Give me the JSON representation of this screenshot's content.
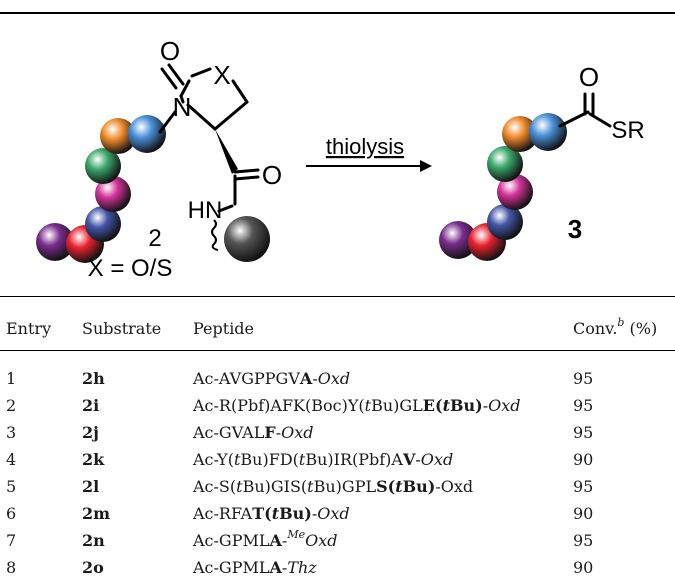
{
  "scheme": {
    "substrate_number": "2",
    "x_definition": "X = O/S",
    "ring_o": "O",
    "ring_x": "X",
    "ring_n": "N",
    "amide_o": "O",
    "amide_hn": "HN",
    "arrow_label": "thiolysis",
    "product_number": "3",
    "product_o": "O",
    "product_sr": "SR",
    "bead_colors": [
      "#7b2d8e",
      "#e8232f",
      "#4356a8",
      "#d6339a",
      "#3aa86b",
      "#f08a2b",
      "#4a90d9",
      "#555555"
    ]
  },
  "table": {
    "headers": {
      "entry": "Entry",
      "substrate": "Substrate",
      "peptide": "Peptide",
      "conv": "Conv.",
      "conv_sup": "b",
      "conv_unit": " (%)"
    },
    "rows": [
      {
        "entry": "1",
        "substrate": "2h",
        "conv": "95"
      },
      {
        "entry": "2",
        "substrate": "2i",
        "conv": "95"
      },
      {
        "entry": "3",
        "substrate": "2j",
        "conv": "95"
      },
      {
        "entry": "4",
        "substrate": "2k",
        "conv": "90"
      },
      {
        "entry": "5",
        "substrate": "2l",
        "conv": "95"
      },
      {
        "entry": "6",
        "substrate": "2m",
        "conv": "90"
      },
      {
        "entry": "7",
        "substrate": "2n",
        "conv": "95"
      },
      {
        "entry": "8",
        "substrate": "2o",
        "conv": "90"
      }
    ],
    "peptides": {
      "p1": {
        "a": "Ac-AVGPPGV",
        "b": "A",
        "c": "-",
        "d": "Oxd"
      },
      "p2": {
        "a": "Ac-R(Pbf)AFK(Boc)Y(",
        "b": "t",
        "c": "Bu)GL",
        "d": "E(",
        "e": "t",
        "f": "Bu)",
        "g": "-",
        "h": "Oxd"
      },
      "p3": {
        "a": "Ac-GVAL",
        "b": "F",
        "c": "-",
        "d": "Oxd"
      },
      "p4": {
        "a": "Ac-Y(",
        "b": "t",
        "c": "Bu)FD(",
        "d": "t",
        "e": "Bu)IR(Pbf)A",
        "f": "V",
        "g": "-",
        "h": "Oxd"
      },
      "p5": {
        "a": "Ac-S(",
        "b": "t",
        "c": "Bu)GIS(",
        "d": "t",
        "e": "Bu)GPL",
        "f": "S(",
        "g": "t",
        "h": "Bu)",
        "i": "-Oxd"
      },
      "p6": {
        "a": "Ac-RFA",
        "b": "T(",
        "c": "t",
        "d": "Bu)",
        "e": "-",
        "f": "Oxd"
      },
      "p7": {
        "a": "Ac-GPML",
        "b": "A",
        "c": "-",
        "d": "Me",
        "e": "Oxd"
      },
      "p8": {
        "a": "Ac-GPML",
        "b": "A",
        "c": "-",
        "d": "Thz"
      }
    }
  }
}
